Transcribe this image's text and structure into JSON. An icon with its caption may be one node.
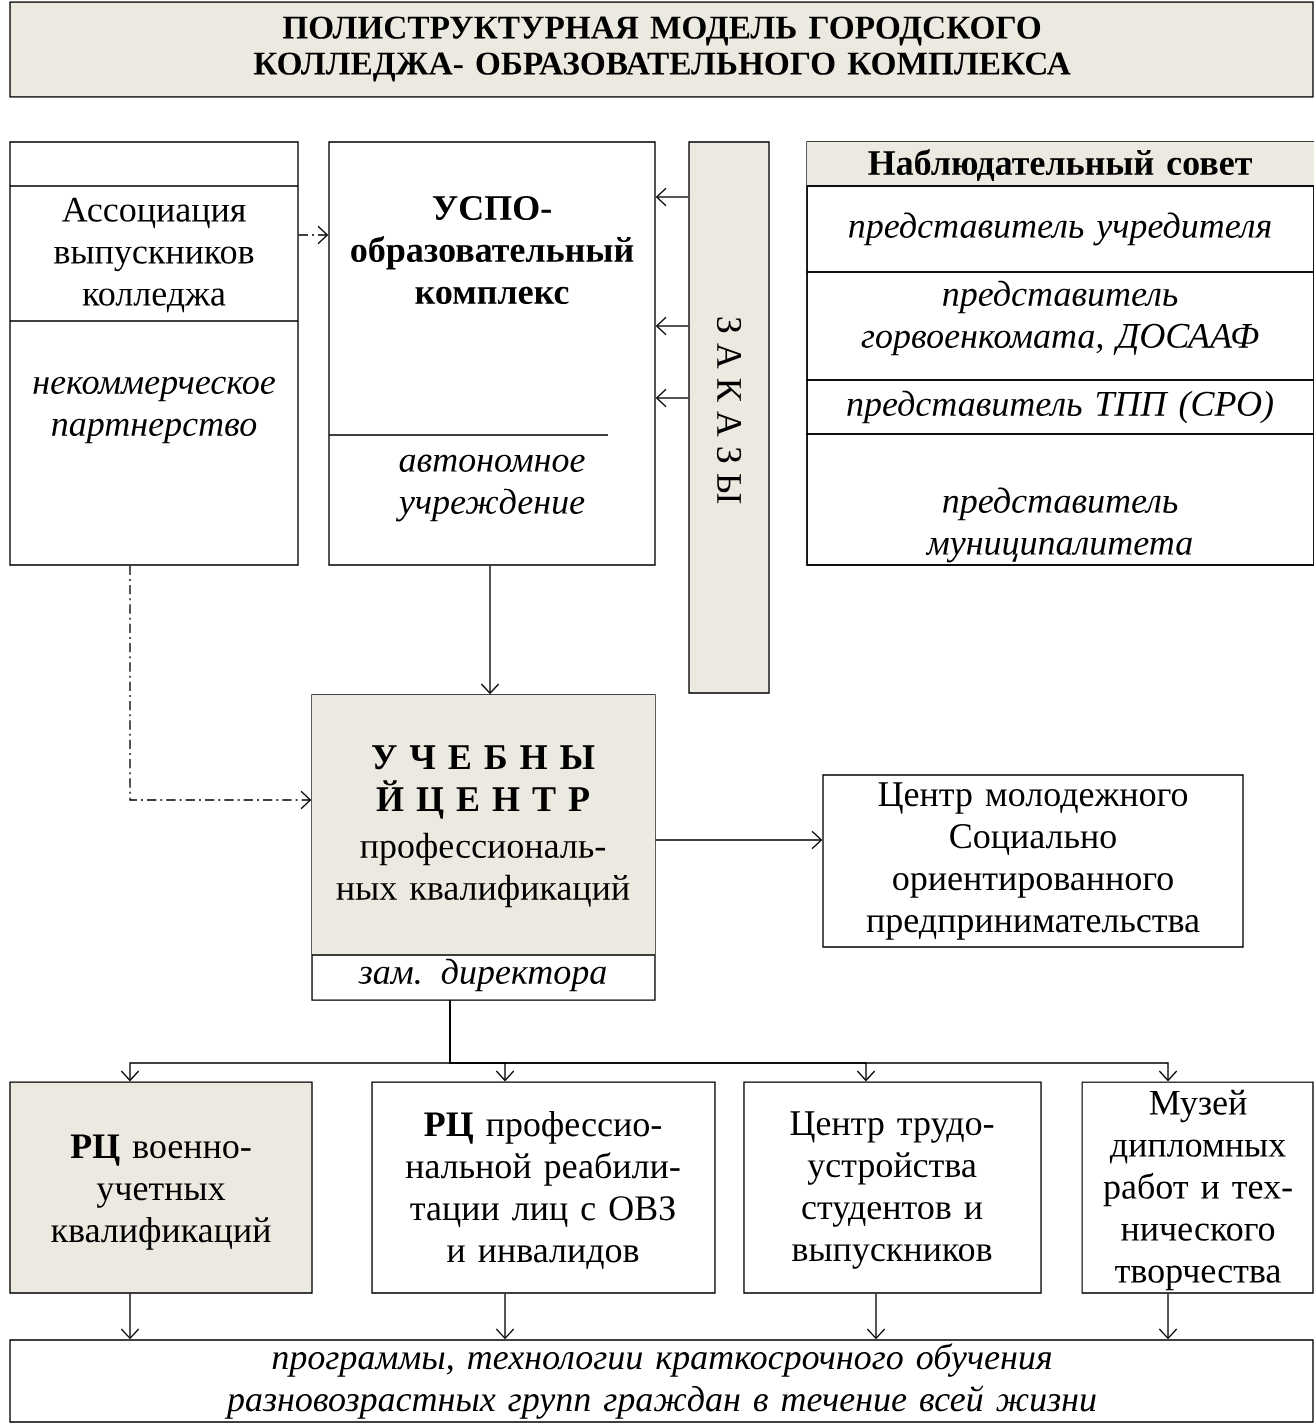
{
  "diagram": {
    "nodes": [
      {
        "text": [
          "ПОЛИСТРУКТУРНАЯ МОДЕЛЬ ГОРОДСКОГО КОЛЛЕДЖА- ОБРАЗОВАТЕЛЬНОГО КОМПЛЕКСА"
        ]
      },
      {
        "text": [
          "Ассоциация выпускников колледжа",
          "некоммерческое партнерство"
        ]
      },
      {
        "text": [
          "УСПО- образовательный комплекс",
          "автономное учреждение"
        ]
      },
      {
        "text": [
          "З А К А З Ы"
        ]
      },
      {
        "text": [
          "Наблюдательный совет"
        ]
      },
      {
        "text": [
          "представитель учредителя"
        ],
        "in": 4
      },
      {
        "text": [
          "представитель горвоенкомата, ДОСААФ"
        ],
        "in": 4
      },
      {
        "text": [
          "представитель ТПП (СРО)"
        ],
        "in": 4
      },
      {
        "text": [
          "представитель муниципалитета"
        ],
        "in": 4
      },
      {
        "text": [
          "У Ч Е Б Н Ы Й Ц Е Н Т Р",
          "профессиональ- ных квалификаций",
          "зам. директора"
        ]
      },
      {
        "text": [
          "Центр молодежного Социально ориентированного предпринимательства"
        ]
      },
      {
        "text": [
          "**РЦ** военно- учетных квалификаций"
        ]
      },
      {
        "text": [
          "**РЦ** профессио- нальной реабили- тации лиц с ОВЗ и инвалидов"
        ]
      },
      {
        "text": [
          "Центр трудо- устройства студентов и выпускников"
        ]
      },
      {
        "text": [
          "Музей дипломных работ и тех- нического творчества"
        ]
      },
      {
        "text": [
          "программы, технологии краткосрочного обучения разновозрастных групп граждан в течение всей жизни"
        ]
      }
    ],
    "edges": [
      {
        "from": 1,
        "to": 2,
        "arrow": "to",
        "style": "dashed"
      },
      {
        "from": 3,
        "to": 2,
        "arrow": "to"
      },
      {
        "from": 3,
        "to": 2,
        "arrow": "to"
      },
      {
        "from": 3,
        "to": 2,
        "arrow": "to"
      },
      {
        "from": 2,
        "to": 9,
        "arrow": "to"
      },
      {
        "from": 1,
        "to": 9,
        "arrow": "to",
        "style": "dashed"
      },
      {
        "from": 9,
        "to": 10,
        "arrow": "to"
      },
      {
        "from": 9,
        "to": 11,
        "arrow": "to"
      },
      {
        "from": 9,
        "to": 12,
        "arrow": "to"
      },
      {
        "from": 9,
        "to": 13,
        "arrow": "to"
      },
      {
        "from": 9,
        "to": 14,
        "arrow": "to"
      },
      {
        "from": 11,
        "to": 15,
        "arrow": "to"
      },
      {
        "from": 12,
        "to": 15,
        "arrow": "to"
      },
      {
        "from": 13,
        "to": 15,
        "arrow": "to"
      },
      {
        "from": 14,
        "to": 15,
        "arrow": "to"
      }
    ]
  }
}
